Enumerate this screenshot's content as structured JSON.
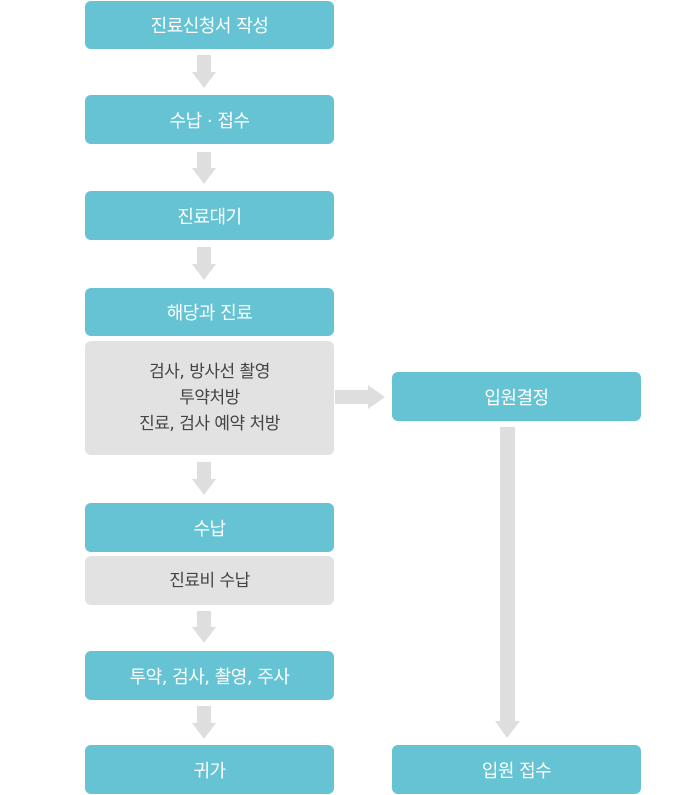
{
  "steps": {
    "s1": "진료신청서 작성",
    "s2": "수납 · 접수",
    "s3": "진료대기",
    "s4": "해당과 진료",
    "s4_detail": [
      "검사, 방사선 촬영",
      "투약처방",
      "진료, 검사 예약 처방"
    ],
    "s5": "수납",
    "s5_detail": "진료비 수납",
    "s6": "투약, 검사, 촬영, 주사",
    "s7": "귀가"
  },
  "admission": {
    "decision": "입원결정",
    "reception": "입원 접수"
  },
  "colors": {
    "primary": "#65c3d3",
    "detail_bg": "#e2e2e2",
    "arrow": "#dedede"
  }
}
